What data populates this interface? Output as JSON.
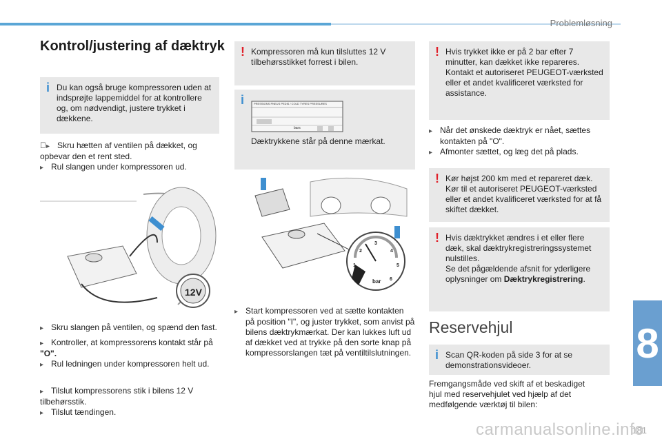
{
  "header": {
    "section": "Problemløsning",
    "chapter": "8",
    "page": "181"
  },
  "watermark": "carmanualsonline.info",
  "title": "Kontrol/justering af dæktryk",
  "col1": {
    "info_box": "Du kan også bruge kompressoren uden at indsprøjte lappemiddel for at kontrollere og, om nødvendigt, justere trykket i dækkene.",
    "step1": "Skru hætten af ventilen på dækket, og opbevar den et rent sted.",
    "step2": "Rul slangen under kompressoren ud.",
    "plug_label": "12V",
    "step3": "Skru slangen på ventilen, og spænd den fast.",
    "step4a": "Kontroller, at kompressorens kontakt står på",
    "step4b": "\"O\".",
    "step5": "Rul ledningen under kompressoren helt ud.",
    "step6": "Tilslut kompressorens stik i bilens 12 V tilbehørsstik.",
    "step7": "Tilslut tændingen."
  },
  "col2": {
    "warn_box": "Kompressoren må kun tilsluttes 12 V tilbehørsstikket forrest i bilen.",
    "label_title": "PRESSIONS PNEUS PEDIS / COLD TYRES PRESSURES",
    "label_unit": "bars",
    "label_caption": "Dæktrykkene står på denne mærkat.",
    "gauge_unit": "bar",
    "gauge_ticks": [
      "1",
      "2",
      "3",
      "4",
      "5",
      "6"
    ],
    "step_start": "Start kompressoren ved at sætte kontakten på position \"I\", og juster trykket, som anvist på bilens dæktrykmærkat. Der kan lukkes luft ud af dækket ved at trykke på den sorte knap på kompressorslangen tæt på ventiltilslutningen."
  },
  "col3": {
    "warn_box1": "Hvis trykket ikke er på 2 bar efter 7 minutter, kan dækket ikke repareres. Kontakt et autoriseret PEUGEOT-værksted eller et andet kvalificeret værksted for assistance.",
    "step_done": "Når det ønskede dæktryk er nået, sættes kontakten på \"O\".",
    "step_remove": "Afmonter sættet, og læg det på plads.",
    "warn_box2": "Kør højst 200 km med et repareret dæk. Kør til et autoriseret PEUGEOT-værksted eller et andet kvalificeret værksted for at få skiftet dækket.",
    "warn_box3_a": "Hvis dæktrykket ændres i et eller flere dæk, skal dæktrykregistreringssystemet nulstilles.",
    "warn_box3_b": "Se det pågældende afsnit for yderligere oplysninger om",
    "warn_box3_bold": "Dæktrykregistrering",
    "reservehjul_title": "Reservehjul",
    "info_box": "Scan QR-koden på side 3 for at se demonstrationsvideoer.",
    "procedure": "Fremgangsmåde ved skift af et beskadiget hjul med reservehjulet ved hjælp af det medfølgende værktøj til bilen:"
  }
}
